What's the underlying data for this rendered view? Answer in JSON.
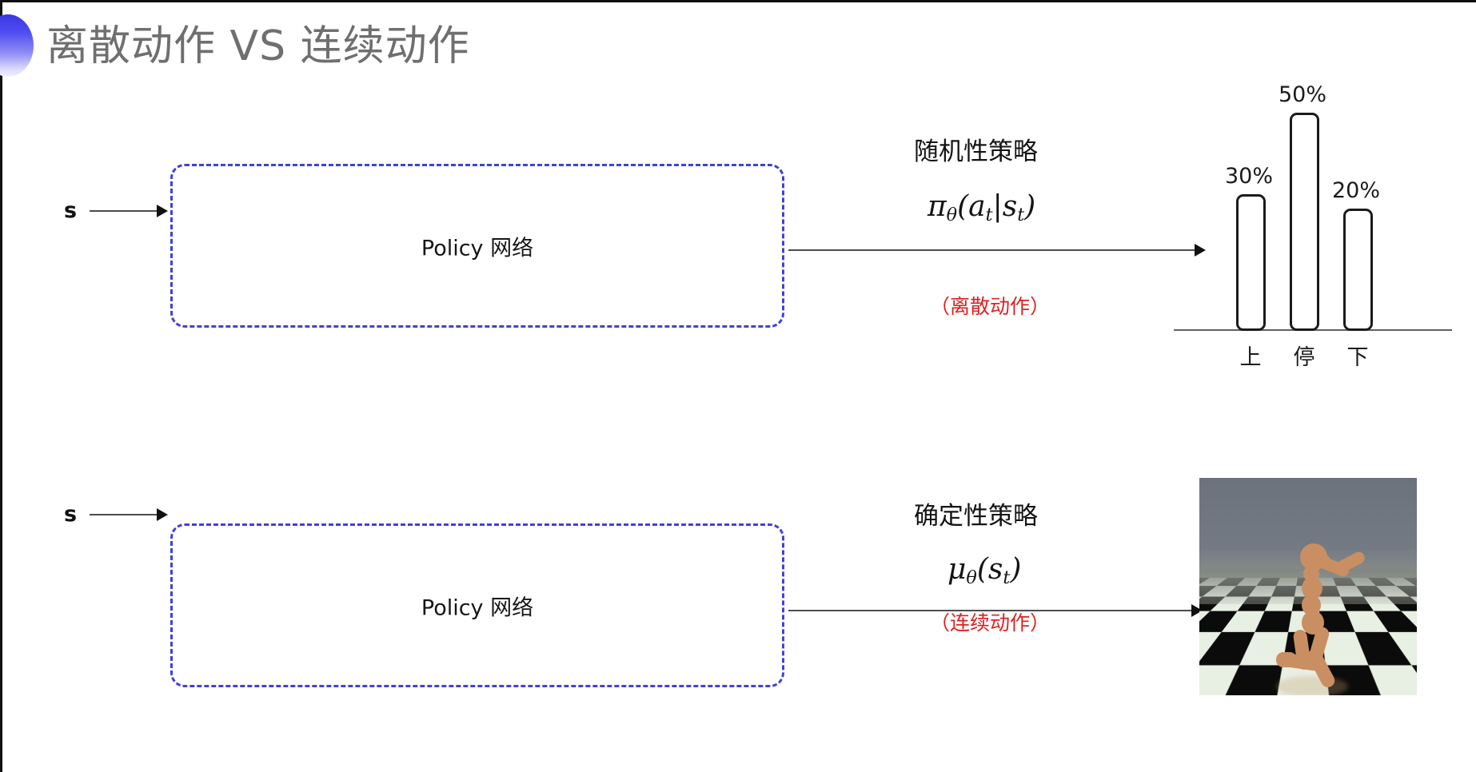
{
  "slide": {
    "title": "离散动作 VS 连续动作",
    "accent_color": "#4141d8",
    "note_color": "#e02020",
    "title_color": "#6f6f6f"
  },
  "rows": [
    {
      "id": "discrete",
      "input_label": "s",
      "box_label": "Policy 网络",
      "policy_kind": "随机性策略",
      "formula_main": "π",
      "formula_sub": "θ",
      "formula_rest": "(a",
      "formula_sub2": "t",
      "formula_mid": "|s",
      "formula_sub3": "t",
      "formula_end": ")",
      "note": "（离散动作）",
      "output_kind": "bar-chart"
    },
    {
      "id": "continuous",
      "input_label": "s",
      "box_label": "Policy 网络",
      "policy_kind": "确定性策略",
      "formula_main": "μ",
      "formula_sub": "θ",
      "formula_rest": "(s",
      "formula_sub2": "t",
      "formula_end": ")",
      "note": "（连续动作）",
      "output_kind": "humanoid-simulation"
    }
  ],
  "chart_data": {
    "type": "bar",
    "title": "",
    "categories": [
      "上",
      "停",
      "下"
    ],
    "values": [
      30,
      50,
      20
    ],
    "value_labels": [
      "30%",
      "50%",
      "20%"
    ],
    "ylabel": "",
    "xlabel": "",
    "ylim": [
      0,
      55
    ],
    "grid": false,
    "legend": "none",
    "bar_fill": "#ffffff",
    "bar_stroke": "#1b1b1b"
  },
  "simulation": {
    "name": "humanoid-simulation",
    "sky_color": "#6e757f",
    "floor_colors": [
      "#e8efe3",
      "#0b0b0b"
    ],
    "figure_color": "#c98f62"
  }
}
